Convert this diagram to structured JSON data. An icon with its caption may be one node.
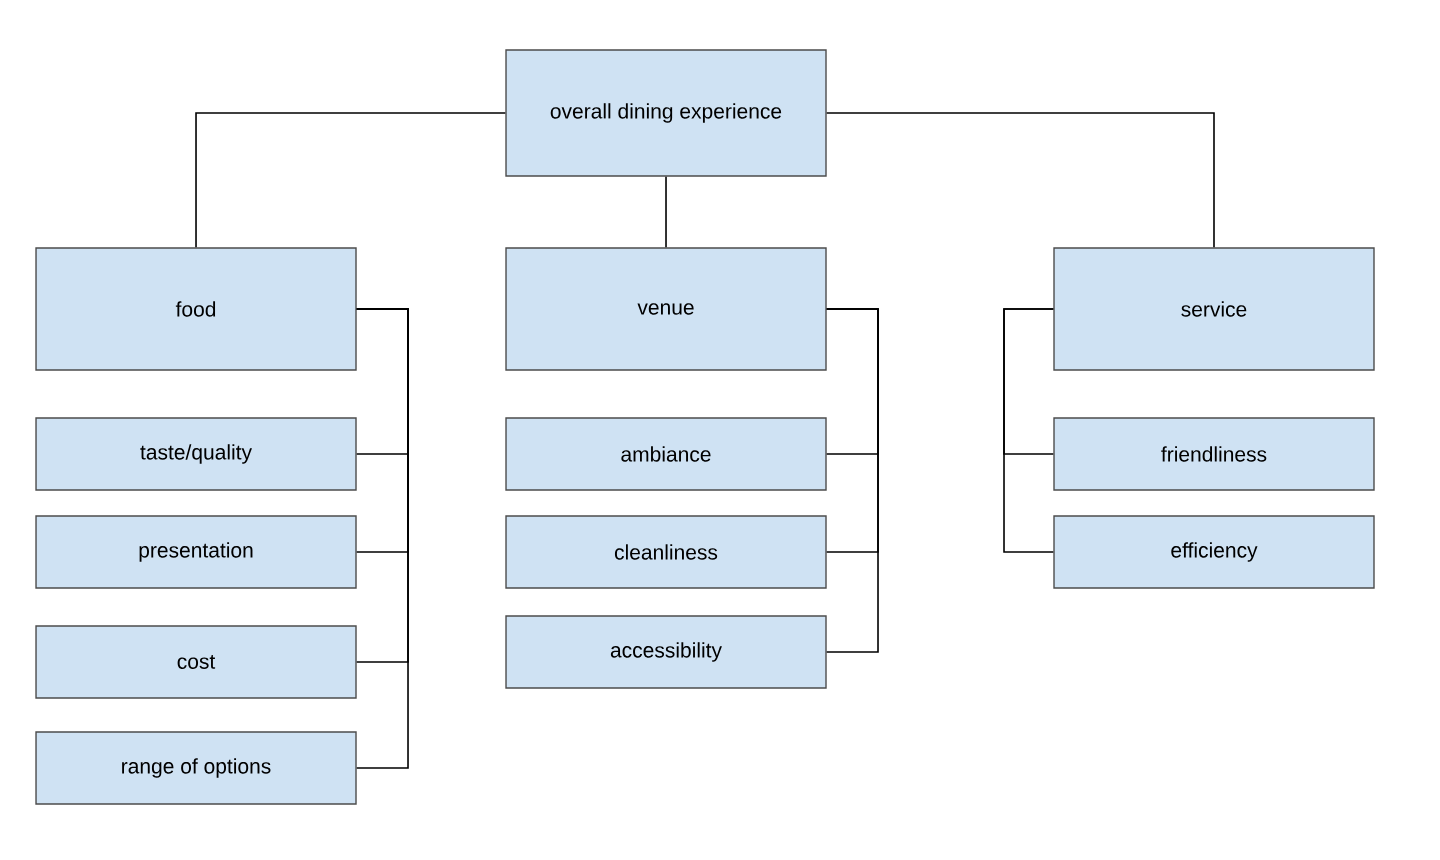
{
  "diagram": {
    "nodes": [
      {
        "text": [
          "overall dining experience"
        ]
      },
      {
        "text": [
          "food"
        ]
      },
      {
        "text": [
          "venue"
        ]
      },
      {
        "text": [
          "service"
        ]
      },
      {
        "text": [
          "taste/quality"
        ]
      },
      {
        "text": [
          "presentation"
        ]
      },
      {
        "text": [
          "cost"
        ]
      },
      {
        "text": [
          "range of options"
        ]
      },
      {
        "text": [
          "ambiance"
        ]
      },
      {
        "text": [
          "cleanliness"
        ]
      },
      {
        "text": [
          "accessibility"
        ]
      },
      {
        "text": [
          "friendliness"
        ]
      },
      {
        "text": [
          "efficiency"
        ]
      }
    ],
    "edges": [
      {
        "from": 0,
        "to": 1,
        "arrow": "none"
      },
      {
        "from": 0,
        "to": 2,
        "arrow": "none"
      },
      {
        "from": 0,
        "to": 3,
        "arrow": "none"
      },
      {
        "from": 1,
        "to": 4,
        "arrow": "none"
      },
      {
        "from": 1,
        "to": 5,
        "arrow": "none"
      },
      {
        "from": 1,
        "to": 6,
        "arrow": "none"
      },
      {
        "from": 1,
        "to": 7,
        "arrow": "none"
      },
      {
        "from": 2,
        "to": 8,
        "arrow": "none"
      },
      {
        "from": 2,
        "to": 9,
        "arrow": "none"
      },
      {
        "from": 2,
        "to": 10,
        "arrow": "none"
      },
      {
        "from": 3,
        "to": 11,
        "arrow": "none"
      },
      {
        "from": 3,
        "to": 12,
        "arrow": "none"
      }
    ]
  }
}
